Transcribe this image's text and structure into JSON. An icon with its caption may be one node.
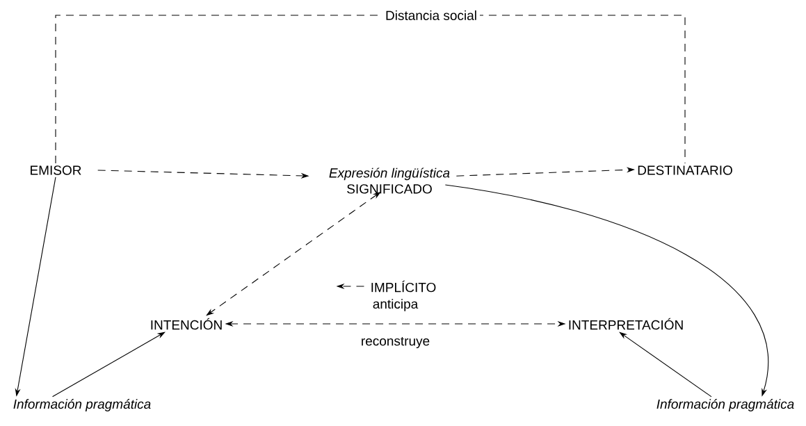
{
  "diagram": {
    "nodes": [
      {
        "text": [
          "EMISOR"
        ]
      },
      {
        "text": [
          "Expresión lingüística",
          "SIGNIFICADO"
        ]
      },
      {
        "text": [
          "DESTINATARIO"
        ]
      },
      {
        "text": [
          "IMPLÍCITO"
        ]
      },
      {
        "text": [
          "INTENCIÓN"
        ]
      },
      {
        "text": [
          "INTERPRETACIÓN"
        ]
      },
      {
        "text": [
          "Información pragmática"
        ]
      },
      {
        "text": [
          "Información pragmática"
        ]
      }
    ],
    "edges": [
      {
        "from": 0,
        "to": 1,
        "arrow": "to",
        "style": "dashed"
      },
      {
        "from": 1,
        "to": 2,
        "arrow": "to",
        "style": "dashed"
      },
      {
        "from": 0,
        "to": 2,
        "arrow": "none",
        "style": "dashed",
        "label": "Distancia social"
      },
      {
        "from": 1,
        "to": 4,
        "arrow": "both",
        "style": "dashed"
      },
      {
        "from": 3,
        "to": null,
        "arrow": "to",
        "style": "dashed"
      },
      {
        "from": 4,
        "to": 5,
        "arrow": "both",
        "style": "dashed",
        "label": "anticipa"
      },
      {
        "from": 0,
        "to": 6,
        "arrow": "to"
      },
      {
        "from": 6,
        "to": 4,
        "arrow": "to"
      },
      {
        "from": 1,
        "to": 7,
        "arrow": "to"
      },
      {
        "from": 7,
        "to": 5,
        "arrow": "to"
      }
    ],
    "labels": [
      "reconstruye"
    ]
  }
}
